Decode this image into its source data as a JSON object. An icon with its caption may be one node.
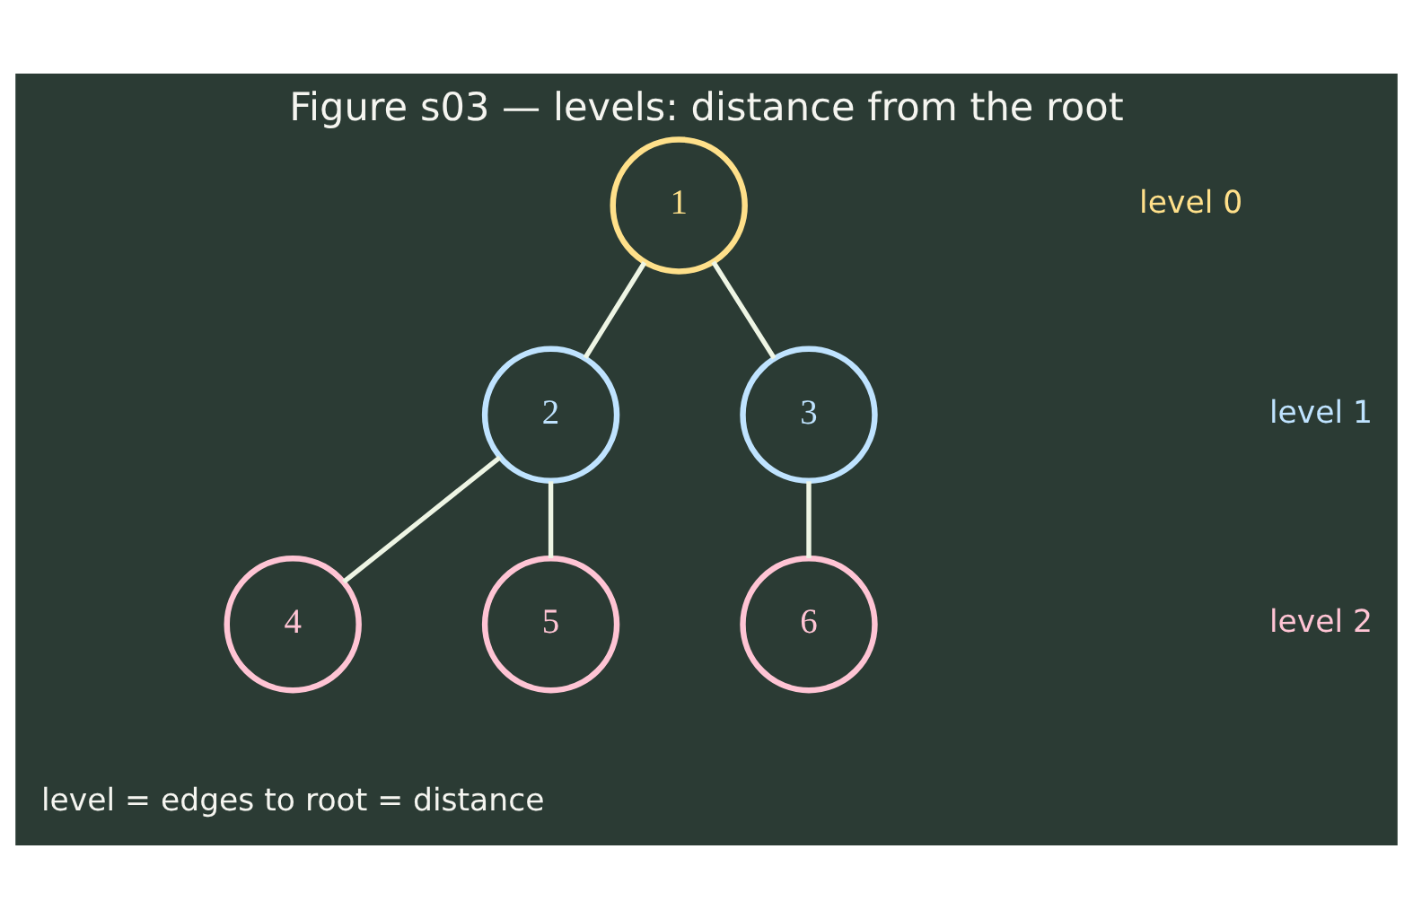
{
  "diagram": {
    "title": "Figure s03 — levels: distance from the root",
    "nodes": [
      {
        "text": [
          "1"
        ]
      },
      {
        "text": [
          "2"
        ]
      },
      {
        "text": [
          "3"
        ]
      },
      {
        "text": [
          "4"
        ]
      },
      {
        "text": [
          "5"
        ]
      },
      {
        "text": [
          "6"
        ]
      }
    ],
    "edges": [
      {
        "from": 0,
        "to": 1,
        "arrow": "none"
      },
      {
        "from": 0,
        "to": 2,
        "arrow": "none"
      },
      {
        "from": 1,
        "to": 3,
        "arrow": "none"
      },
      {
        "from": 1,
        "to": 4,
        "arrow": "none"
      },
      {
        "from": 2,
        "to": 5,
        "arrow": "none"
      }
    ],
    "labels": [
      "level 0",
      "level 1",
      "level 2",
      "level = edges to root = distance"
    ]
  }
}
